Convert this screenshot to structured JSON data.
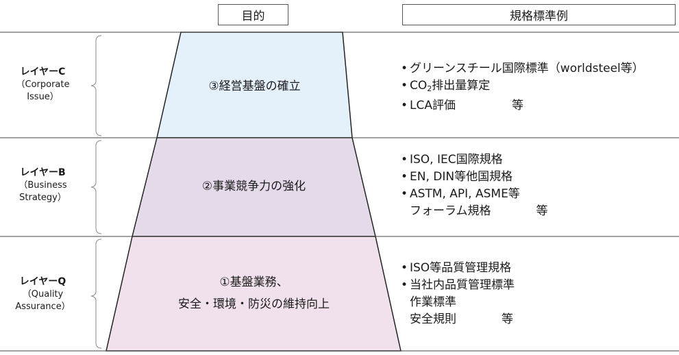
{
  "headers": {
    "purpose": "目的",
    "standards": "規格標準例"
  },
  "layers": [
    {
      "name": "レイヤーC",
      "sub1": "（Corporate",
      "sub2": "Issue）"
    },
    {
      "name": "レイヤーB",
      "sub1": "（Business",
      "sub2": "Strategy）"
    },
    {
      "name": "レイヤーQ",
      "sub1": "（Quality",
      "sub2": "Assurance）"
    }
  ],
  "tiers": [
    {
      "line1": "③経営基盤の確立",
      "line2": ""
    },
    {
      "line1": "②事業競争力の強化",
      "line2": ""
    },
    {
      "line1": "①基盤業務、",
      "line2": "安全・環境・防災の維持向上"
    }
  ],
  "standards": {
    "c": {
      "item1": "グリーンスチール国際標準（worldsteel等）",
      "item2_pre": "CO",
      "item2_sub": "2",
      "item2_post": "排出量算定",
      "item3": "LCA評価",
      "item3_tail": "等"
    },
    "b": {
      "item1": "ISO, IEC国際規格",
      "item2": "EN, DIN等他国規格",
      "item3": "ASTM, API, ASME等",
      "item4": "フォーラム規格",
      "item4_tail": "等"
    },
    "q": {
      "item1": "ISO等品質管理規格",
      "item2": "当社内品質管理標準",
      "item3": "作業標準",
      "item4": "安全規則",
      "item4_tail": "等"
    }
  },
  "bullet": "•",
  "colors": {
    "tier_c": "#e4f0fa",
    "tier_b": "#e5dae9",
    "tier_q": "#f1e1ec",
    "line": "#222222"
  }
}
